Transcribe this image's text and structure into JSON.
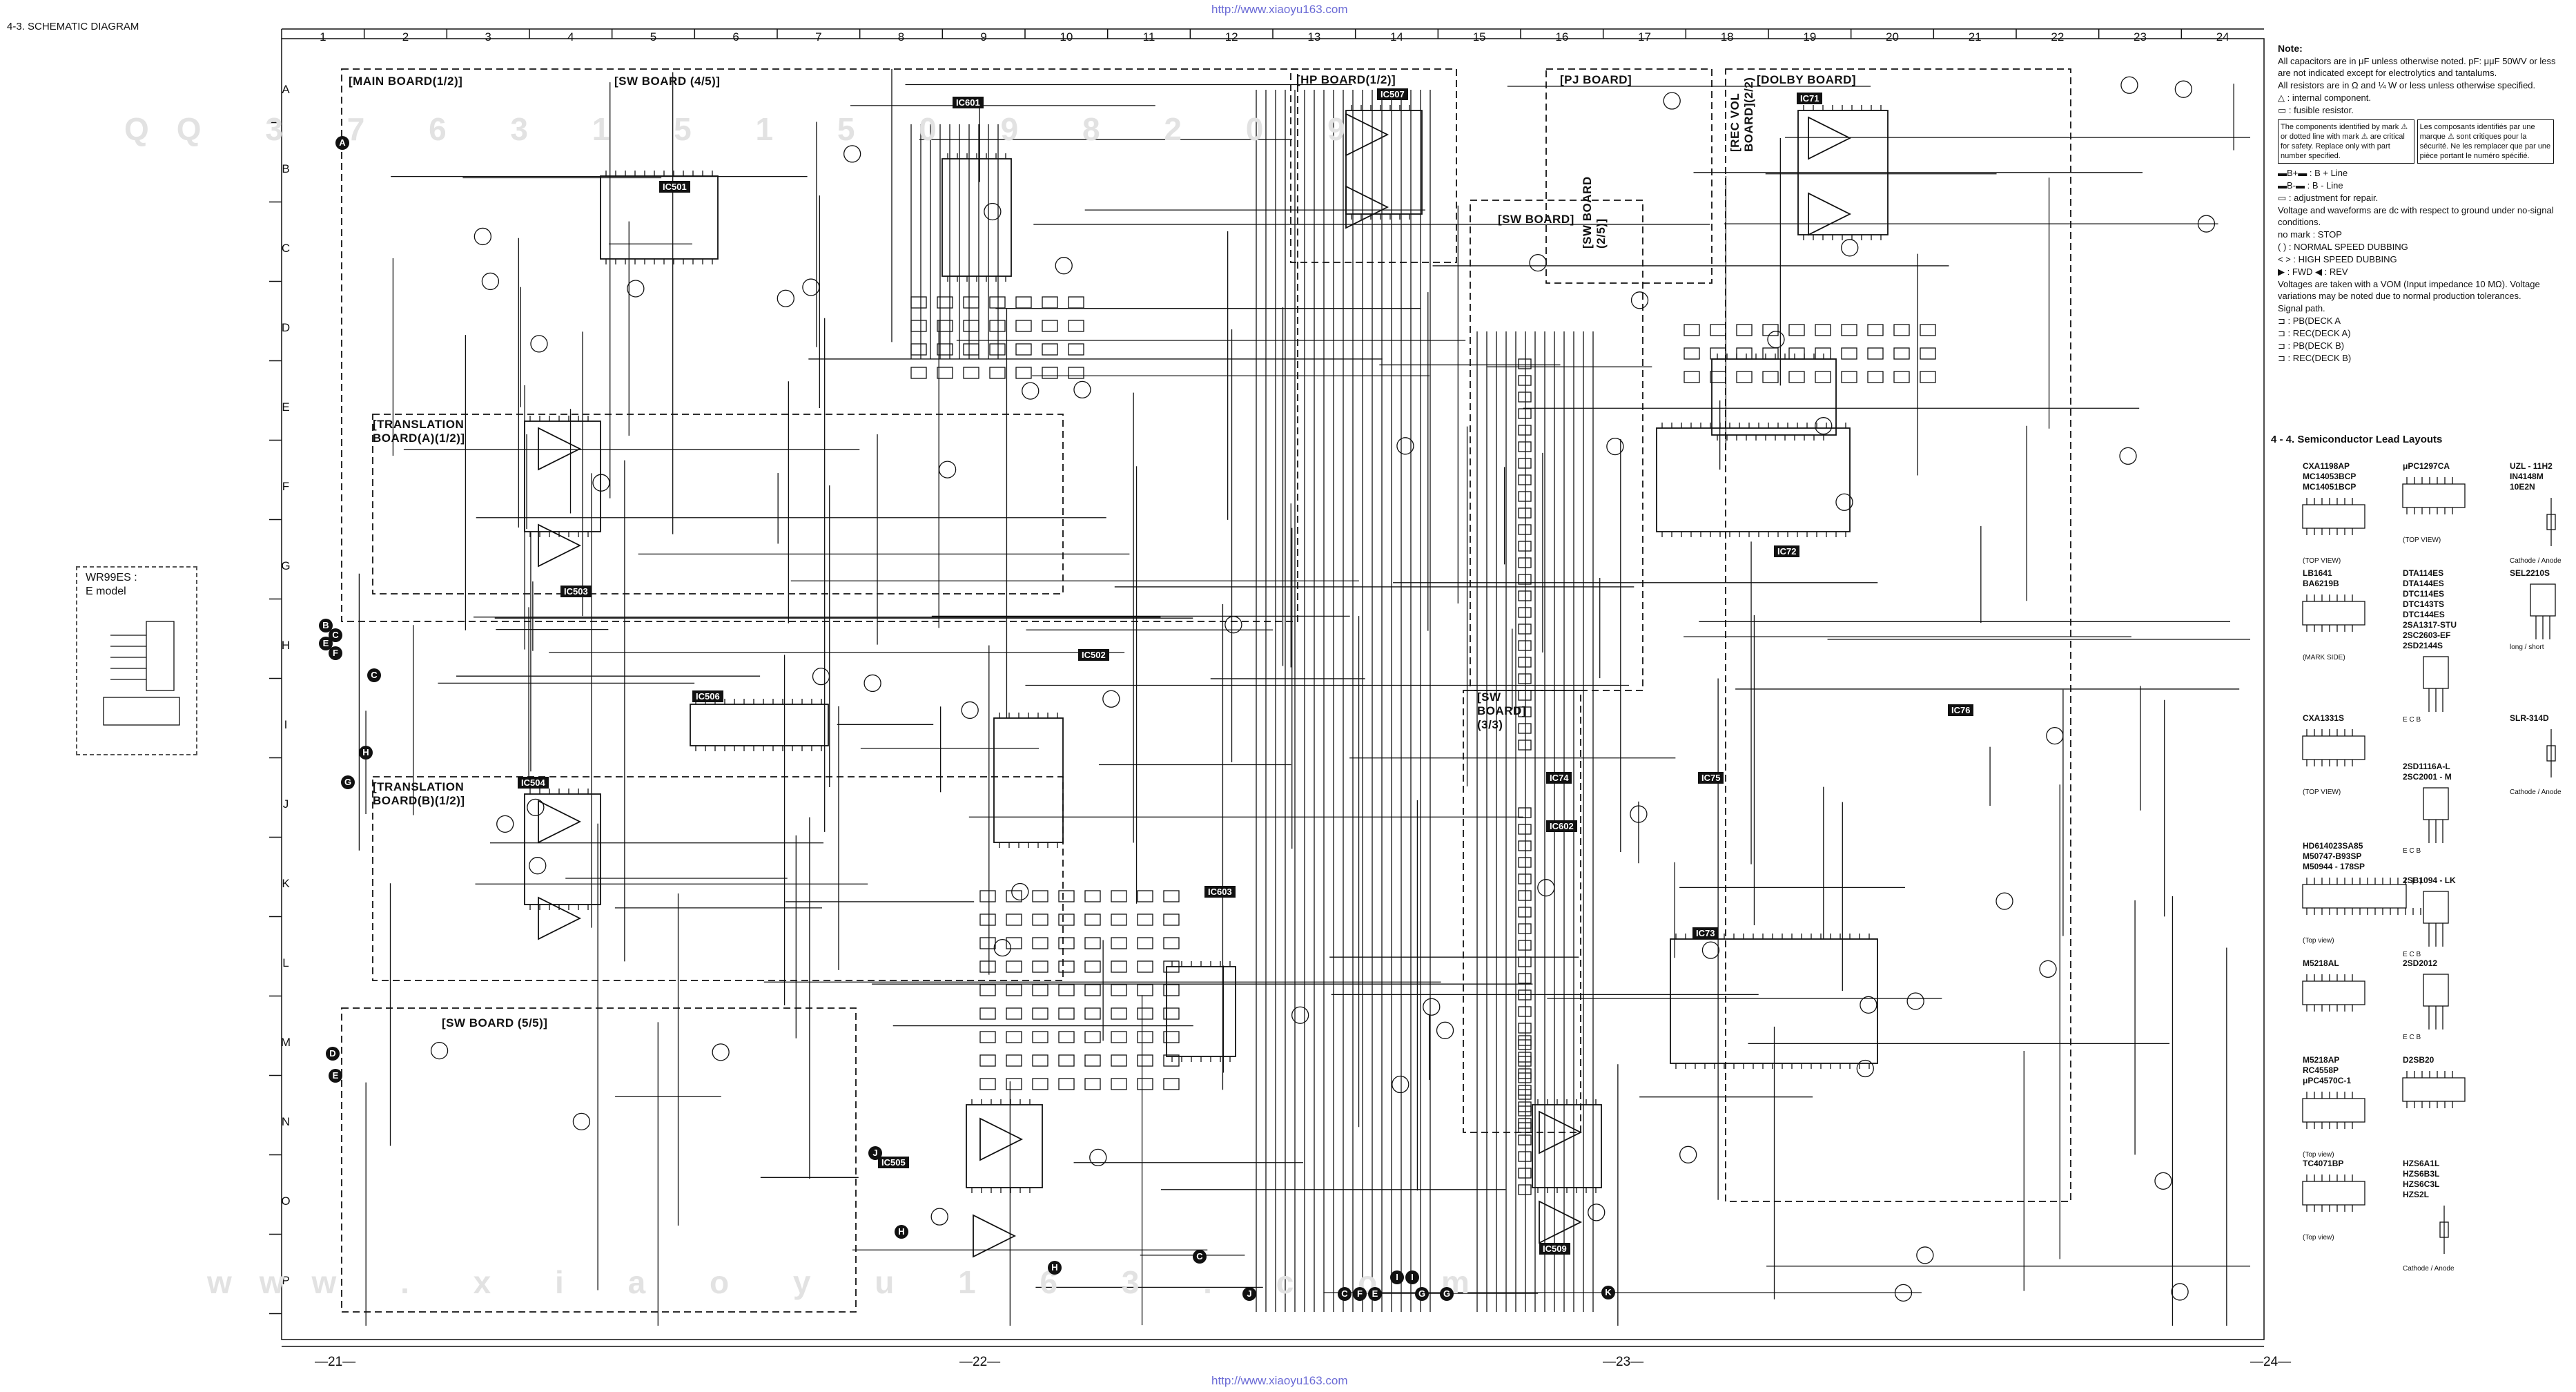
{
  "header": {
    "section_title": "4-3.  SCHEMATIC DIAGRAM",
    "url_top": "http://www.xiaoyu163.com",
    "url_bottom": "http://www.xiaoyu163.com"
  },
  "grid": {
    "columns": [
      "1",
      "2",
      "3",
      "4",
      "5",
      "6",
      "7",
      "8",
      "9",
      "10",
      "11",
      "12",
      "13",
      "14",
      "15",
      "16",
      "17",
      "18",
      "19",
      "20",
      "21",
      "22",
      "23",
      "24"
    ],
    "rows": [
      "A",
      "B",
      "C",
      "D",
      "E",
      "F",
      "G",
      "H",
      "I",
      "J",
      "K",
      "L",
      "M",
      "N",
      "O",
      "P"
    ]
  },
  "boards": {
    "main_board_1_2": "[MAIN BOARD(1/2)]",
    "sw_board_4_5": "[SW BOARD (4/5)]",
    "hp_board_1_2": "[HP BOARD(1/2)]",
    "pj_board": "[PJ BOARD]",
    "rec_vol_board_2_2": "[REC VOL BOARD](2/2)",
    "dolby_board": "[DOLBY BOARD]",
    "sw_board_upper": "[SW BOARD]",
    "sw_board_2_5": "[SW BOARD (2/5)]",
    "translation_board_a": "[TRANSLATION BOARD(A)(1/2)]",
    "translation_board_b": "[TRANSLATION BOARD(B)(1/2)]",
    "sw_board_5_5": "[SW BOARD (5/5)]",
    "sw_board_3_3": "[SW BOARD] (3/3)"
  },
  "ic_labels": [
    "IC501",
    "IC601",
    "IC507",
    "IC71",
    "IC503",
    "IC502",
    "IC72",
    "IC506",
    "IC504",
    "IC602",
    "IC74",
    "IC75",
    "IC73",
    "IC505",
    "IC509",
    "IC76",
    "IC603"
  ],
  "page_numbers": [
    "—21—",
    "—22—",
    "—23—",
    "—24—"
  ],
  "wr_box": {
    "title": "WR99ES :",
    "subtitle": "E model"
  },
  "notes": {
    "title": "Note:",
    "items": [
      "All capacitors are in  μF unless otherwise noted. pF: μμF 50WV or less are not indicated except for electrolytics and tantalums.",
      "All resistors are in Ω and ¼ W or less unless otherwise specified.",
      "△ : internal component.",
      "▭ : fusible resistor."
    ],
    "box_en": "The components identified by mark ⚠ or dotted line with mark ⚠ are critical for safety. Replace only with part number specified.",
    "box_fr": "Les composants identifiés par une marque ⚠ sont critiques pour la sécurité. Ne les remplacer que par une pièce portant le numéro spécifié.",
    "lines": [
      "▬B+▬ : B + Line",
      "▬B-▬ : B - Line",
      "▭ : adjustment for repair.",
      "Voltage and waveforms are dc with respect to ground under no-signal conditions.",
      "no mark : STOP",
      "( ) : NORMAL SPEED DUBBING",
      "< > : HIGH SPEED DUBBING",
      "▶ : FWD     ◀ : REV",
      "Voltages are taken with a VOM (Input impedance 10 MΩ). Voltage variations may be noted due to normal production tolerances.",
      "Signal path.",
      "⊐ : PB(DECK A",
      "⊐ : REC(DECK A)",
      "⊐ : PB(DECK B)",
      "⊐ : REC(DECK B)"
    ]
  },
  "semiconductor": {
    "title": "4 - 4. Semiconductor Lead Layouts",
    "groups": [
      {
        "name": "CXA1198AP\nMC14053BCP\nMC14051BCP",
        "caption": "(TOP VIEW)"
      },
      {
        "name": "μPC1297CA",
        "caption": "(TOP VIEW)"
      },
      {
        "name": "UZL - 11H2\nIN4148M\n10E2N",
        "caption": "Cathode / Anode"
      },
      {
        "name": "LB1641\nBA6219B",
        "caption": "(MARK SIDE)"
      },
      {
        "name": "DTA114ES\nDTA144ES\nDTC114ES\nDTC143TS\nDTC144ES\n2SA1317-STU\n2SC2603-EF\n2SD2144S",
        "caption": "E C B"
      },
      {
        "name": "SEL2210S",
        "caption": "long / short"
      },
      {
        "name": "CXA1331S",
        "caption": "(TOP VIEW)"
      },
      {
        "name": "SLR-314D",
        "caption": "Cathode / Anode"
      },
      {
        "name": "2SD1116A-L\n2SC2001 - M",
        "caption": "E C B"
      },
      {
        "name": "HD614023SA85\nM50747-B93SP\nM50944 - 178SP",
        "caption": "(Top view)"
      },
      {
        "name": "2SB1094 - LK",
        "caption": "E C B"
      },
      {
        "name": "M5218AL",
        "caption": ""
      },
      {
        "name": "2SD2012",
        "caption": "E C B"
      },
      {
        "name": "M5218AP\nRC4558P\nμPC4570C-1",
        "caption": "(Top view)"
      },
      {
        "name": "D2SB20",
        "caption": ""
      },
      {
        "name": "TC4071BP",
        "caption": "(Top view)"
      },
      {
        "name": "HZS6A1L\nHZS6B3L\nHZS6C3L\nHZS2L",
        "caption": "Cathode / Anode"
      }
    ]
  },
  "colors": {
    "ink": "#111111",
    "url": "#6b6bd6",
    "watermark": "#e2e2e2"
  }
}
